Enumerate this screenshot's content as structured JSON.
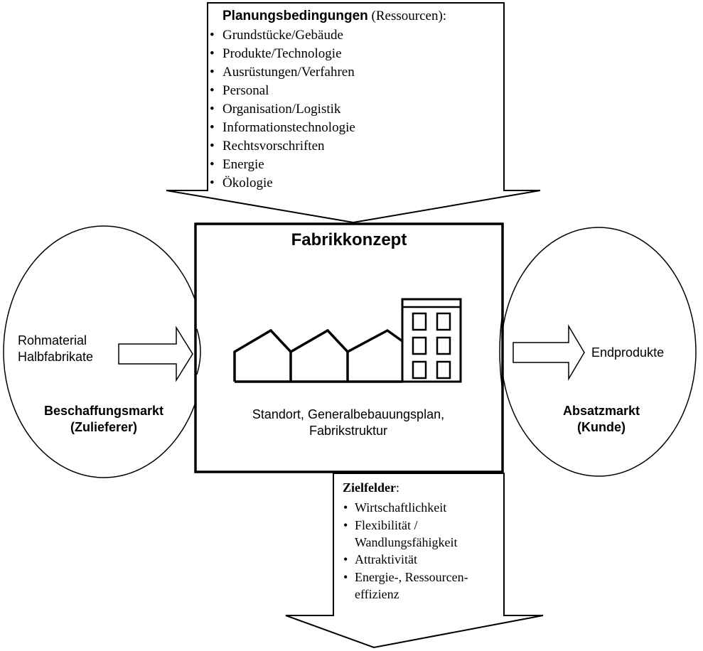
{
  "planning": {
    "title": "Planungsbedingungen",
    "title_suffix": " (Ressourcen):",
    "bullet": "•",
    "items": [
      "Grundstücke/Gebäude",
      "Produkte/Technologie",
      "Ausrüstungen/Verfahren",
      "Personal",
      "Organisation/Logistik",
      "Informationstechnologie",
      "Rechtsvorschriften",
      "Energie",
      "Ökologie"
    ]
  },
  "concept": {
    "title": "Fabrikkonzept",
    "caption_line1": "Standort, Generalbebauungsplan,",
    "caption_line2": "Fabrikstruktur"
  },
  "supply_market": {
    "input_line1": "Rohmaterial",
    "input_line2": "Halbfabrikate",
    "name_line1": "Beschaffungsmarkt",
    "name_line2": "(Zulieferer)"
  },
  "sales_market": {
    "output": "Endprodukte",
    "name_line1": "Absatzmarkt",
    "name_line2": "(Kunde)"
  },
  "targets": {
    "title": "Zielfelder",
    "title_suffix": ":",
    "bullet": "•",
    "item1": "Wirtschaftlichkeit",
    "item2_line1": "Flexibilität /",
    "item2_line2": "Wandlungsfähigkeit",
    "item3": "Attraktivität",
    "item4_line1": "Energie-, Ressourcen-",
    "item4_line2": "effizienz"
  }
}
